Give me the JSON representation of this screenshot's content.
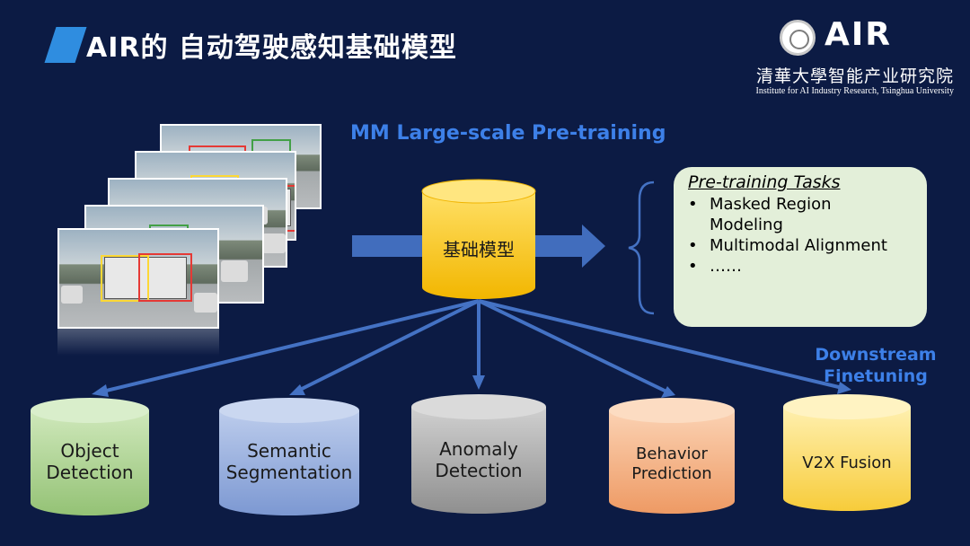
{
  "title": "AIR的 自动驾驶感知基础模型",
  "logo": {
    "brand": "AIR",
    "cn_name": "清華大學智能产业研究院",
    "en_name": "Institute for AI Industry Research, Tsinghua University"
  },
  "pretrain_heading": "MM Large-scale Pre-training",
  "foundation_model_label": "基础模型",
  "tasks": {
    "title": "Pre-training Tasks",
    "items": [
      "Masked Region",
      "Modeling",
      "Multimodal Alignment",
      "……"
    ]
  },
  "downstream_heading": [
    "Downstream",
    "Finetuning"
  ],
  "downstream": [
    {
      "lines": [
        "Object",
        "Detection"
      ],
      "color": "#a9d18e"
    },
    {
      "lines": [
        "Semantic",
        "Segmentation"
      ],
      "color": "#8faadc"
    },
    {
      "lines": [
        "Anomaly",
        "Detection"
      ],
      "color": "#a6a6a6"
    },
    {
      "lines": [
        "Behavior",
        "Prediction"
      ],
      "color": "#f4b183"
    },
    {
      "lines": [
        "V2X Fusion"
      ],
      "color": "#ffd966"
    }
  ],
  "colors": {
    "background": "#0c1b44",
    "arrow": "#4472c4",
    "foundation": "#ffc000",
    "heading": "#3d80e8"
  }
}
